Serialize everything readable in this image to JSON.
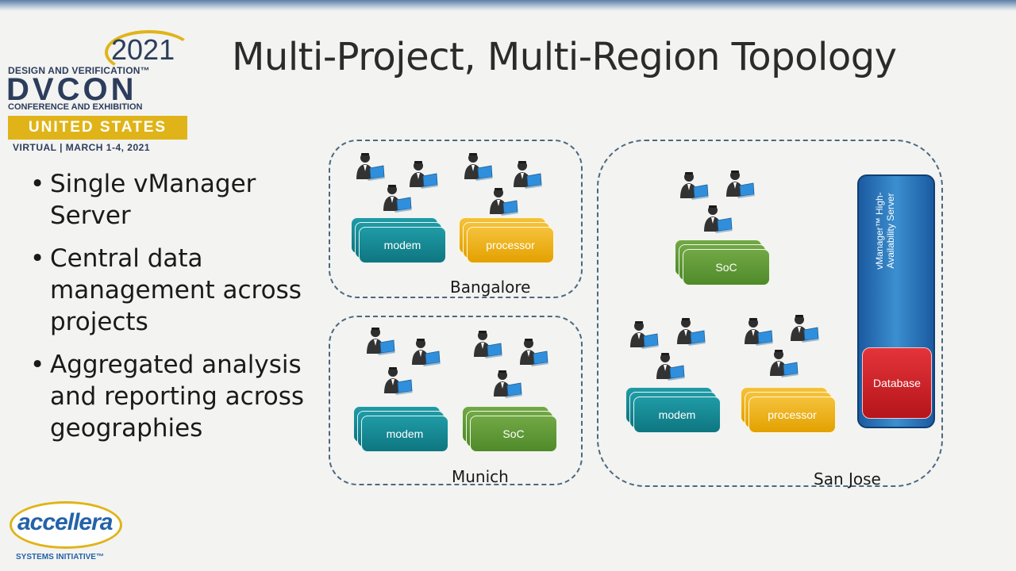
{
  "slide": {
    "title": "Multi-Project, Multi-Region Topology",
    "bullets": [
      "Single vManager Server",
      "Central data management across projects",
      "Aggregated analysis and reporting across geographies"
    ]
  },
  "logos": {
    "dvcon": {
      "year": "2021",
      "tagline_top": "DESIGN AND VERIFICATION™",
      "wordmark": "DVCON",
      "tagline_mid": "CONFERENCE AND EXHIBITION",
      "band": "UNITED STATES",
      "event": "VIRTUAL | MARCH 1-4, 2021"
    },
    "accellera": {
      "wordmark": "accellera",
      "subtitle": "SYSTEMS INITIATIVE™"
    }
  },
  "diagram": {
    "regions": [
      {
        "name": "Bangalore",
        "projects": [
          "modem",
          "processor"
        ]
      },
      {
        "name": "Munich",
        "projects": [
          "modem",
          "SoC"
        ]
      },
      {
        "name": "San Jose",
        "projects": [
          "SoC",
          "modem",
          "processor"
        ]
      }
    ],
    "server": {
      "label": "vManager™ High-Availability Server",
      "database": "Database"
    }
  },
  "colors": {
    "modem": "#14878f",
    "processor": "#efb21a",
    "soc": "#62993a",
    "server": "#2c7bc0",
    "database": "#d42a30",
    "accent": "#e0b419"
  }
}
